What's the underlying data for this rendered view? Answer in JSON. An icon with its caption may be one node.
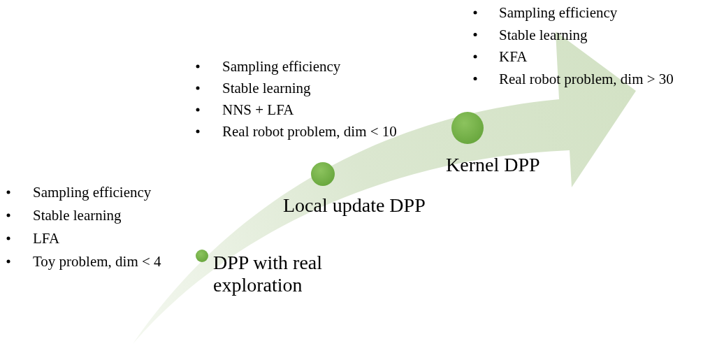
{
  "diagram": {
    "nodes": [
      {
        "text": [],
        "shape": "circle",
        "beside": [
          "DPP with real exploration"
        ]
      },
      {
        "text": [],
        "shape": "circle",
        "beside": [
          "Local update DPP"
        ]
      },
      {
        "text": [],
        "shape": "circle",
        "beside": [
          "Kernel DPP"
        ]
      }
    ],
    "labels": [
      "Sampling efficiency",
      "Stable learning",
      "LFA",
      "Toy problem, dim < 4",
      "Sampling efficiency",
      "Stable learning",
      "NNS + LFA",
      "Real robot problem, dim < 10",
      "Sampling efficiency",
      "Stable learning",
      "KFA",
      "Real robot problem, dim > 30"
    ]
  }
}
